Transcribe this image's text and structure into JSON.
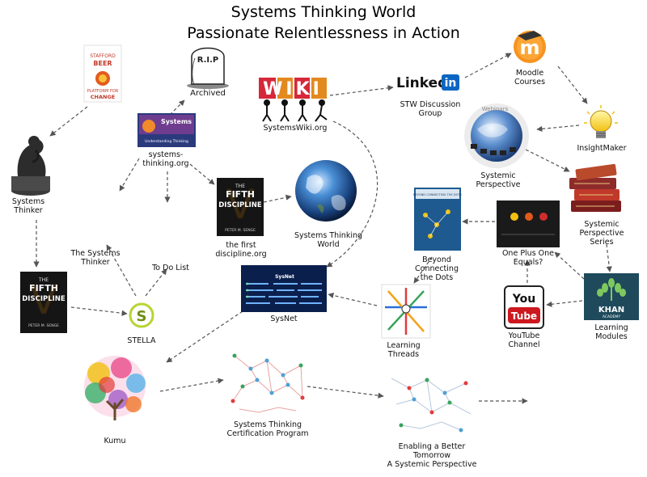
{
  "header": {
    "title_line1": "Systems Thinking World",
    "title_line2": "Passionate Relentlessness in Action"
  },
  "nodes": {
    "beer_line1": "STAFFORD",
    "beer_line2": "BEER",
    "beer_line3": "PLATFORM FOR",
    "beer_line4": "CHANGE",
    "rip": "R.I.P",
    "archived": "Archived",
    "wiki_letters": "WIKI",
    "systemswiki": "SystemsWiki.org",
    "linkedin_word": "Linked",
    "linkedin_in": "in",
    "stw_line1": "STW Discussion",
    "stw_line2": "Group",
    "moodle_letter": "m",
    "moodle_line1": "Moodle",
    "moodle_line2": "Courses",
    "insightmaker": "InsightMaker",
    "webinars": "Webinars",
    "systemic_line1": "Systemic",
    "systemic_line2": "Perspective",
    "thinker_line1": "Systems",
    "thinker_line2": "Thinker",
    "st_book_title": "Systems",
    "st_book_sub": "Understanding Thinking",
    "sto_line1": "systems-",
    "sto_line2": "thinking.org",
    "fifth_word1": "FIFTH",
    "fifth_word2": "DISCIPLINE",
    "fifth_author": "PETER M. SENGE",
    "fifth_big_v": "V",
    "fifth_the": "THE",
    "first_line1": "the first",
    "first_line2": "discipline.org",
    "stworld_line1": "Systems Thinking",
    "stworld_line2": "World",
    "beyond_title": "BEYOND CONNECTING THE DOTS",
    "beyond_line1": "Beyond",
    "beyond_line2": "Connecting",
    "beyond_line3": "the Dots",
    "onepone_line1": "One Plus One",
    "onepone_line2": "Equals?",
    "sps_line1": "Systemic",
    "sps_line2": "Perspective",
    "sps_line3": "Series",
    "tst_line1": "The Systems",
    "tst_line2": "Thinker",
    "todo": "To Do List",
    "sysnet": "SysNet",
    "sysnet_header": "SysNet",
    "stella_letter": "S",
    "stella": "STELLA",
    "lt_line1": "Learning",
    "lt_line2": "Threads",
    "yt_you": "You",
    "yt_tube": "Tube",
    "yt_line1": "YouTube",
    "yt_line2": "Channel",
    "khan_word": "KHAN",
    "khan_sub": "ACADEMY",
    "khan_line1": "Learning",
    "khan_line2": "Modules",
    "kumu": "Kumu",
    "cert_line1": "Systems Thinking",
    "cert_line2": "Certification Program",
    "better_line1": "Enabling a Better",
    "better_line2": "Tomorrow",
    "better_line3": "A Systemic Perspective"
  },
  "colors": {
    "arrow": "#555555",
    "linkedin_blue": "#0a66c2",
    "moodle_orange": "#f7931e",
    "youtube_red": "#cc181e",
    "khan_green": "#3d8a3b",
    "stella_green": "#b7d433",
    "sysnet_navy": "#0b1f4d",
    "fifth_black": "#151515"
  }
}
